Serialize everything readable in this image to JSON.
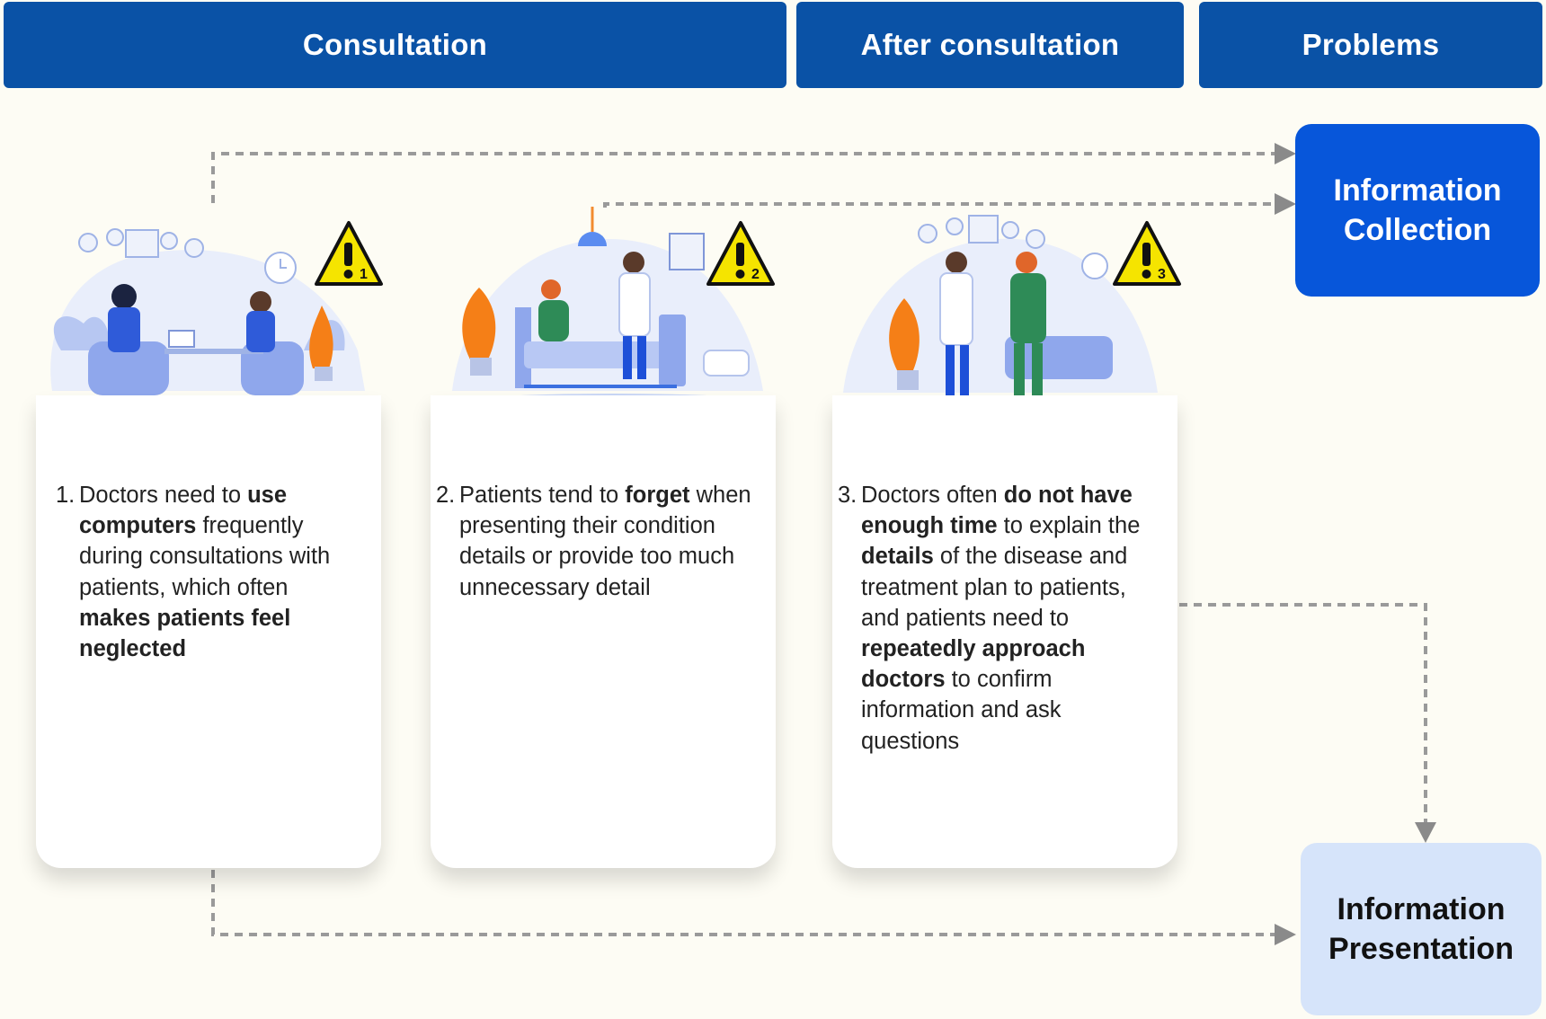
{
  "headers": {
    "consultation": "Consultation",
    "after_consultation": "After consultation",
    "problems": "Problems"
  },
  "outcomes": {
    "collection": "Information Collection",
    "presentation": "Information Presentation"
  },
  "cards": [
    {
      "number": "1.",
      "warning_label": "1",
      "segments": [
        {
          "text": "Doctors need to ",
          "bold": false
        },
        {
          "text": "use computers",
          "bold": true
        },
        {
          "text": " frequently during consultations with patients, which often ",
          "bold": false
        },
        {
          "text": "makes patients feel neglected",
          "bold": true
        }
      ]
    },
    {
      "number": "2.",
      "warning_label": "2",
      "segments": [
        {
          "text": "Patients tend to ",
          "bold": false
        },
        {
          "text": "forget",
          "bold": true
        },
        {
          "text": " when presenting their condition details or provide too much unnecessary detail",
          "bold": false
        }
      ]
    },
    {
      "number": "3.",
      "warning_label": "3",
      "segments": [
        {
          "text": "Doctors often ",
          "bold": false
        },
        {
          "text": "do not have enough time",
          "bold": true
        },
        {
          "text": " to explain the ",
          "bold": false
        },
        {
          "text": "details",
          "bold": true
        },
        {
          "text": " of the disease and treatment plan to patients, and patients need to ",
          "bold": false
        },
        {
          "text": "repeatedly approach doctors",
          "bold": true
        },
        {
          "text": " to confirm information and ask questions",
          "bold": false
        }
      ]
    }
  ],
  "icons": {
    "warning": "warning-triangle-icon",
    "clock": "clock-icon",
    "arrow": "arrow-head-icon"
  },
  "colors": {
    "header_blue": "#0a52a6",
    "collection_blue": "#0756da",
    "presentation_light_blue": "#d6e4fa",
    "warning_yellow": "#f5e400",
    "connector_gray": "#9a9a9a",
    "background": "#fdfcf4"
  }
}
